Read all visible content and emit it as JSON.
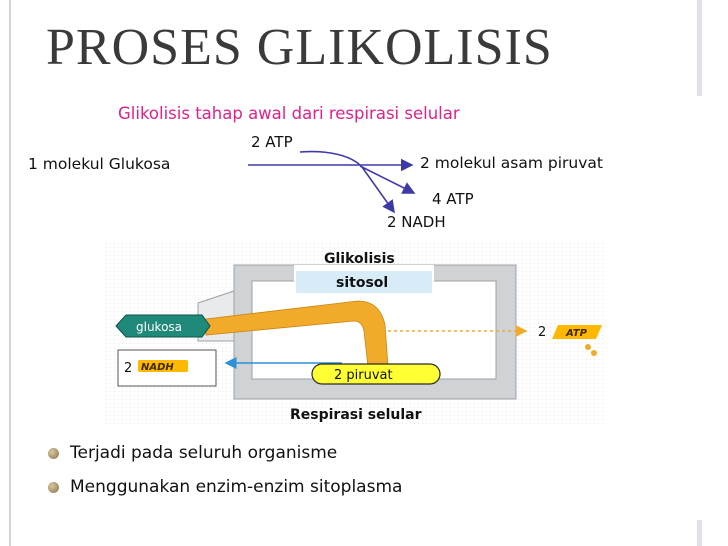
{
  "title": "PROSES GLIKOLISIS",
  "subtitle": "Glikolisis tahap awal dari respirasi selular",
  "equation": {
    "reactant": "1 molekul Glukosa",
    "input_label": "2 ATP",
    "product": "2 molekul asam piruvat",
    "byproduct_atp": "4 ATP",
    "byproduct_nadh": "2 NADH"
  },
  "diagram": {
    "process_label": "Glikolisis",
    "location_label": "sitosol",
    "input_tag": "glukosa",
    "atp_count": "2",
    "atp_label": "ATP",
    "nadh_count": "2",
    "nadh_label": "NADH",
    "pyruvate_label": "2 piruvat",
    "next_stage": "Respirasi selular"
  },
  "bullets": [
    "Terjadi pada seluruh organisme",
    "Menggunakan enzim-enzim sitoplasma"
  ],
  "colors": {
    "subtitle": "#e0218a",
    "arrow": "#3d3aa8",
    "cell": "#cfd3d6",
    "flow": "#f2aa2a",
    "glukosa_tag": "#1f8a7a",
    "pyruvate": "#ffff33",
    "nadh_arrow": "#2f8fd8"
  }
}
